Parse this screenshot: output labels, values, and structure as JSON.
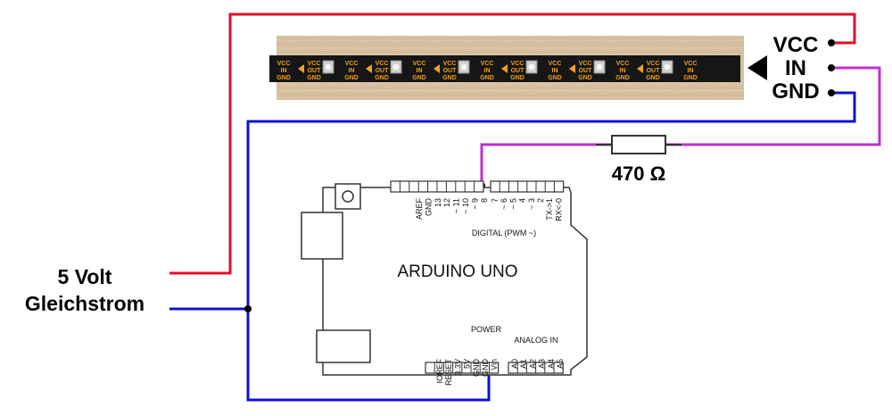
{
  "strip": {
    "connector_labels": [
      "VCC",
      "IN",
      "GND"
    ],
    "pad_left": [
      "VCC",
      "IN",
      "GND"
    ],
    "pad_right": [
      "VCC",
      "OUT",
      "GND"
    ],
    "colors": {
      "wood": "#d8c3a5",
      "strip": "#161616",
      "pad_text": "#f0a020"
    }
  },
  "resistor": {
    "label": "470 Ω"
  },
  "power": {
    "label_line1": "5 Volt",
    "label_line2": "Gleichstrom"
  },
  "arduino": {
    "title": "ARDUINO  UNO",
    "digital_label": "DIGITAL  (PWM ~)",
    "power_label": "POWER",
    "analog_label": "ANALOG IN",
    "top_pins_left": [
      "AREF",
      "GND",
      "13",
      "12",
      "~ 11",
      "~ 10",
      "~ 9",
      "8"
    ],
    "top_pins_right": [
      "7",
      "~ 6",
      "~ 5",
      "4",
      "~ 3",
      "2",
      "TX->1",
      "RX<-0"
    ],
    "bottom_power_pins": [
      "IOREF",
      "RESET",
      "3.3V",
      "5V",
      "GND",
      "GND",
      "Vin"
    ],
    "bottom_analog_pins": [
      "A0",
      "A1",
      "A2",
      "A3",
      "A4",
      "A5"
    ]
  },
  "wire_colors": {
    "vcc": "#e0102a",
    "gnd": "#1010d0",
    "data": "#c030d0"
  }
}
